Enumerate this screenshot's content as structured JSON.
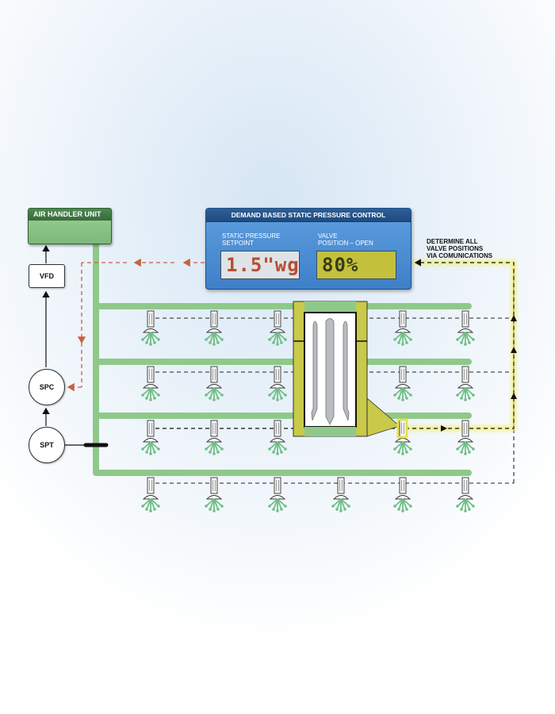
{
  "air_handler": {
    "title": "AIR HANDLER UNIT"
  },
  "vfd": {
    "label": "VFD"
  },
  "spc": {
    "label": "SPC"
  },
  "spt": {
    "label": "SPT"
  },
  "control_panel": {
    "title": "DEMAND  BASED STATIC PRESSURE CONTROL",
    "setpoint_label_1": "STATIC PRESSURE",
    "setpoint_label_2": "SETPOINT",
    "setpoint_value": "1.5\"wg",
    "valve_label_1": "VALVE",
    "valve_label_2": "POSITION – OPEN",
    "valve_value": "80%"
  },
  "note": {
    "line1": "DETERMINE ALL",
    "line2": "VALVE POSITIONS",
    "line3": "VIA COMUNICATIONS"
  },
  "colors": {
    "duct": "#8fc98a",
    "feedback_arrow": "#c8623f",
    "highlight": "#e6e24a",
    "panel": "#4a8bd2"
  }
}
